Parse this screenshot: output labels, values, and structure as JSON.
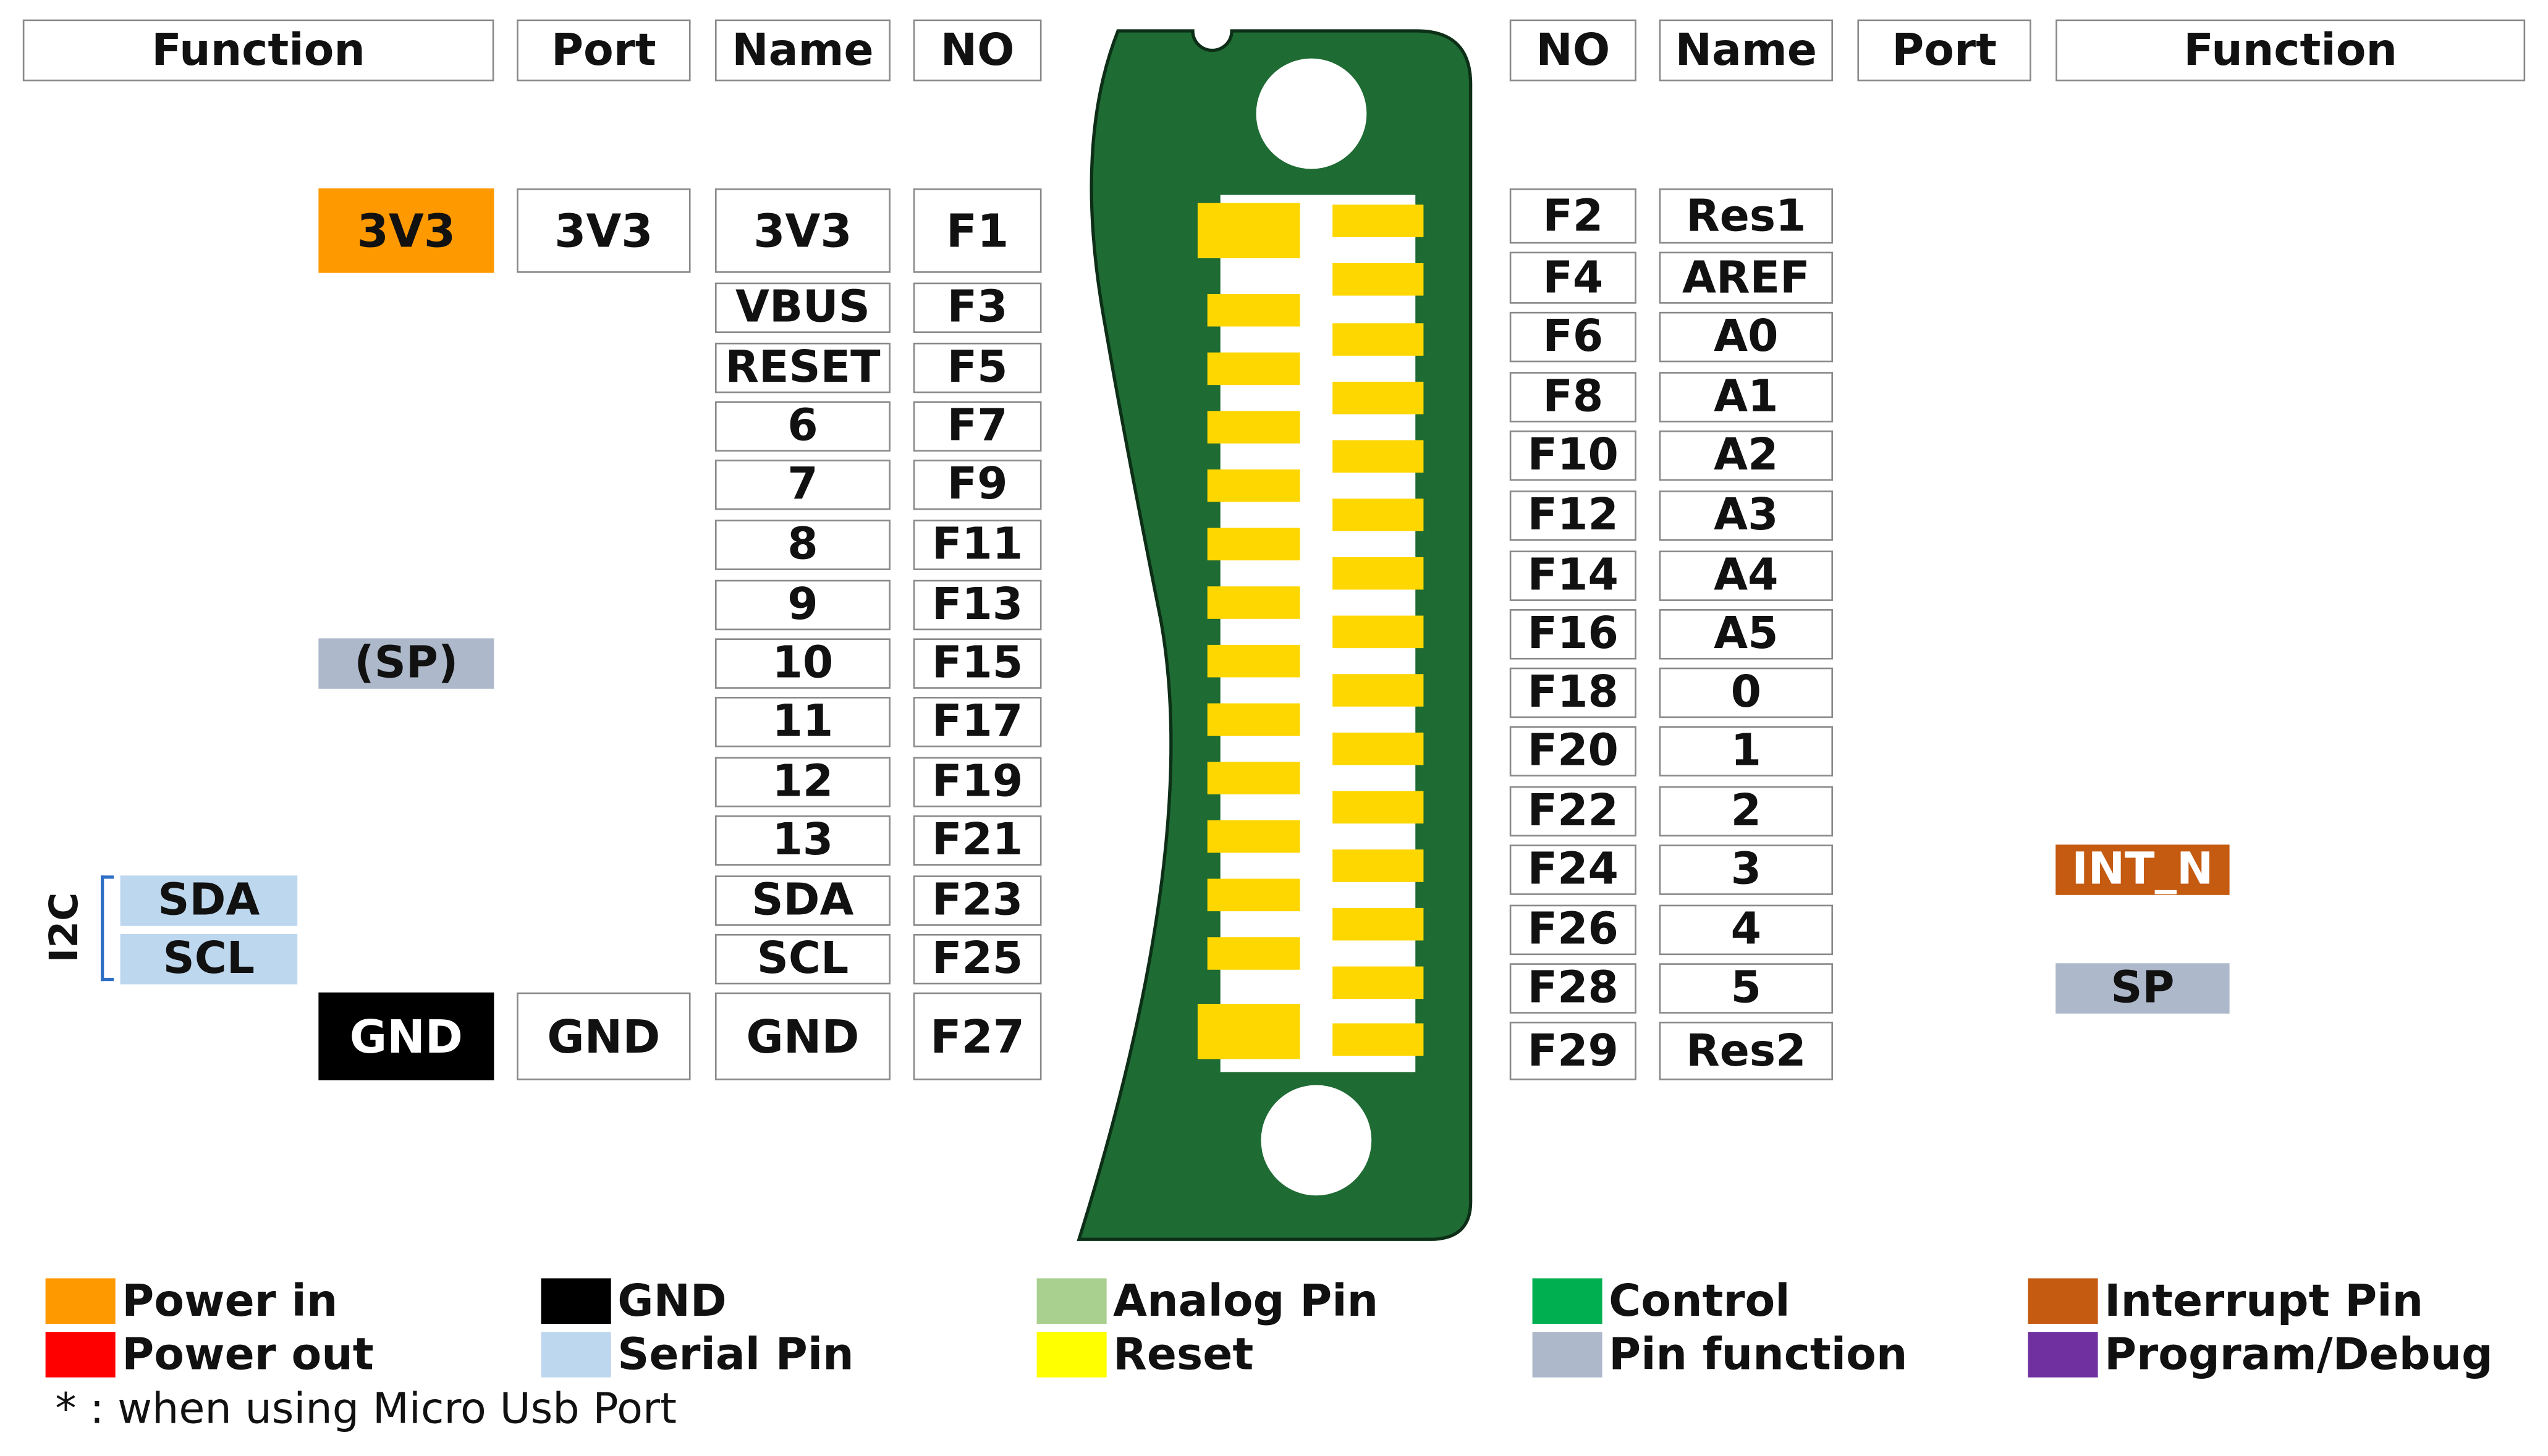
{
  "header": {
    "left": [
      "Function",
      "Port",
      "Name",
      "NO"
    ],
    "right": [
      "NO",
      "Name",
      "Port",
      "Function"
    ]
  },
  "left_pins": [
    {
      "no": "F1",
      "name": "3V3",
      "port": "3V3",
      "function": "3V3",
      "function_color": "#ff9900",
      "function_text_color": "#111111"
    },
    {
      "no": "F3",
      "name": "VBUS",
      "port": "",
      "function": ""
    },
    {
      "no": "F5",
      "name": "RESET",
      "port": "",
      "function": ""
    },
    {
      "no": "F7",
      "name": "6",
      "port": "",
      "function": ""
    },
    {
      "no": "F9",
      "name": "7",
      "port": "",
      "function": ""
    },
    {
      "no": "F11",
      "name": "8",
      "port": "",
      "function": ""
    },
    {
      "no": "F13",
      "name": "9",
      "port": "",
      "function": ""
    },
    {
      "no": "F15",
      "name": "10",
      "port": "",
      "function": "(SP)",
      "function_color": "#adb9ca",
      "function_text_color": "#111111"
    },
    {
      "no": "F17",
      "name": "11",
      "port": "",
      "function": ""
    },
    {
      "no": "F19",
      "name": "12",
      "port": "",
      "function": ""
    },
    {
      "no": "F21",
      "name": "13",
      "port": "",
      "function": ""
    },
    {
      "no": "F23",
      "name": "SDA",
      "port": "",
      "function": ""
    },
    {
      "no": "F25",
      "name": "SCL",
      "port": "",
      "function": ""
    },
    {
      "no": "F27",
      "name": "GND",
      "port": "GND",
      "function": "GND",
      "function_color": "#000000",
      "function_text_color": "#ffffff"
    }
  ],
  "right_pins": [
    {
      "no": "F2",
      "name": "Res1",
      "port": "",
      "function": ""
    },
    {
      "no": "F4",
      "name": "AREF",
      "port": "",
      "function": ""
    },
    {
      "no": "F6",
      "name": "A0",
      "port": "",
      "function": ""
    },
    {
      "no": "F8",
      "name": "A1",
      "port": "",
      "function": ""
    },
    {
      "no": "F10",
      "name": "A2",
      "port": "",
      "function": ""
    },
    {
      "no": "F12",
      "name": "A3",
      "port": "",
      "function": ""
    },
    {
      "no": "F14",
      "name": "A4",
      "port": "",
      "function": ""
    },
    {
      "no": "F16",
      "name": "A5",
      "port": "",
      "function": ""
    },
    {
      "no": "F18",
      "name": "0",
      "port": "",
      "function": ""
    },
    {
      "no": "F20",
      "name": "1",
      "port": "",
      "function": ""
    },
    {
      "no": "F22",
      "name": "2",
      "port": "",
      "function": ""
    },
    {
      "no": "F24",
      "name": "3",
      "port": "",
      "function": "INT_N",
      "function_color": "#c55a11",
      "function_text_color": "#ffffff"
    },
    {
      "no": "F26",
      "name": "4",
      "port": "",
      "function": ""
    },
    {
      "no": "F28",
      "name": "5",
      "port": "",
      "function": "SP",
      "function_color": "#adb9ca",
      "function_text_color": "#111111"
    },
    {
      "no": "F29",
      "name": "Res2",
      "port": "",
      "function": ""
    }
  ],
  "i2c": {
    "group_label": "I2C",
    "sda": "SDA",
    "scl": "SCL",
    "color": "#bdd7ee"
  },
  "legend": [
    {
      "label": "Power in",
      "color": "#ff9900"
    },
    {
      "label": "Power out",
      "color": "#ff0000"
    },
    {
      "label": "GND",
      "color": "#000000"
    },
    {
      "label": "Serial Pin",
      "color": "#bdd7ee"
    },
    {
      "label": "Analog Pin",
      "color": "#a9d08e"
    },
    {
      "label": "Reset",
      "color": "#ffff00"
    },
    {
      "label": "Control",
      "color": "#00b050"
    },
    {
      "label": "Pin function",
      "color": "#adb9ca"
    },
    {
      "label": "Interrupt Pin",
      "color": "#c55a11"
    },
    {
      "label": "Program/Debug",
      "color": "#7030a0"
    }
  ],
  "note": "* : when using Micro Usb Port",
  "board": {
    "pcb_color": "#1e6b33",
    "pad_color": "#ffd700"
  }
}
